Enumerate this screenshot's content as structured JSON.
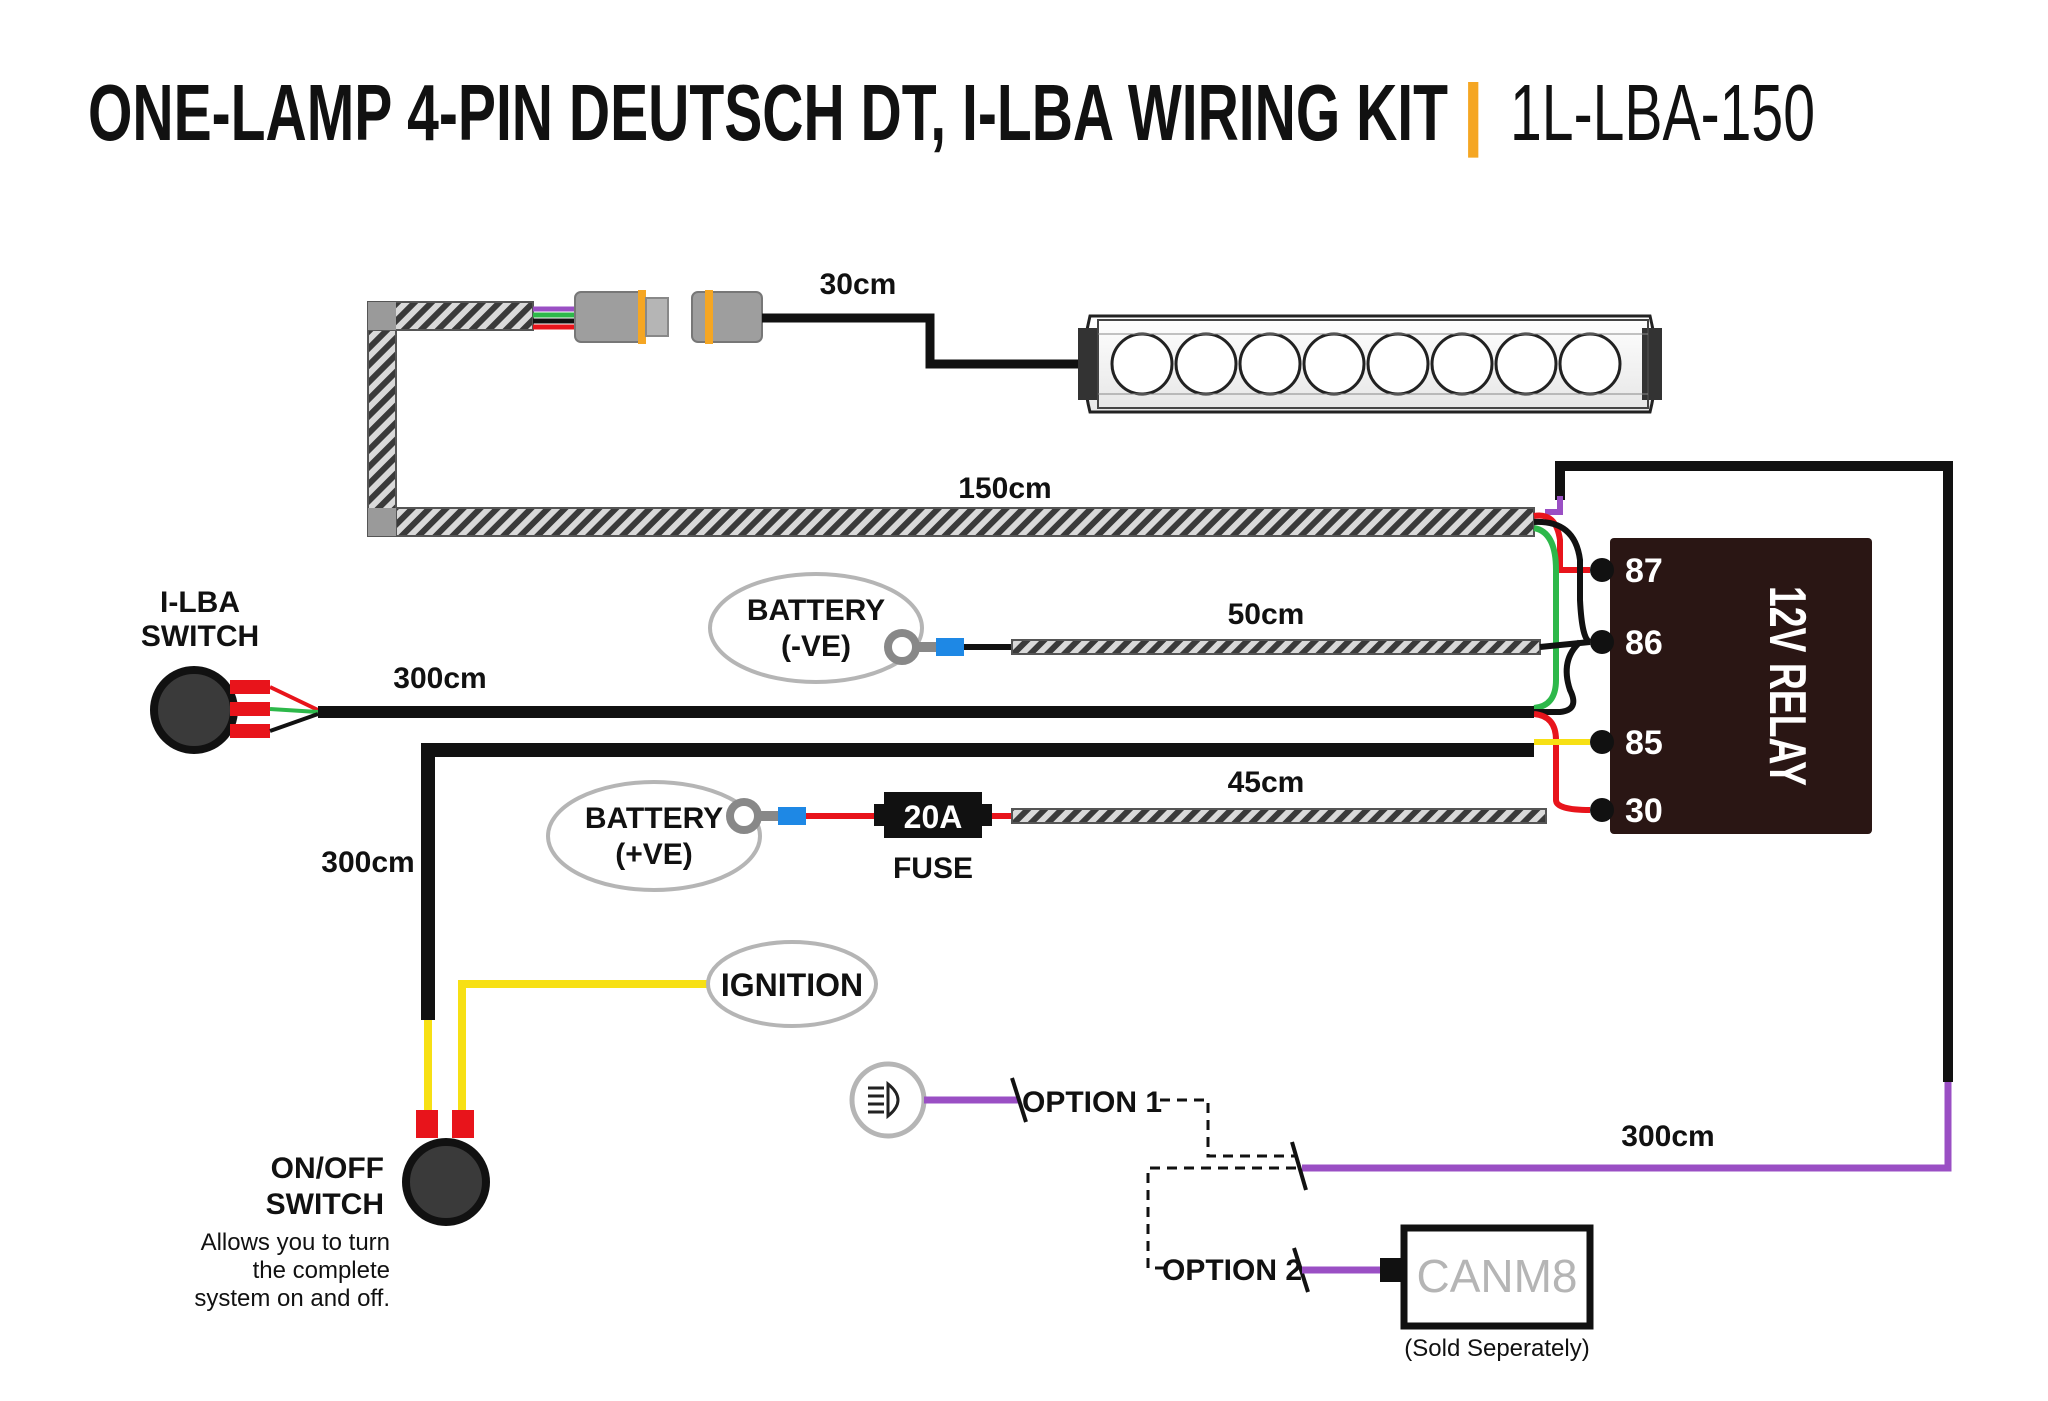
{
  "title": {
    "main": "ONE-LAMP 4-PIN DEUTSCH DT, I-LBA WIRING KIT",
    "separator": "|",
    "part_number": "1L-LBA-150"
  },
  "lengths": {
    "lamp_lead": "30cm",
    "main_loom": "150cm",
    "battery_neg": "50cm",
    "switch_lead": "300cm",
    "battery_pos": "45cm",
    "onoff_lead": "300cm",
    "trigger_lead": "300cm"
  },
  "labels": {
    "ilba_switch_line1": "I-LBA",
    "ilba_switch_line2": "SWITCH",
    "battery_neg_line1": "BATTERY",
    "battery_neg_line2": "(-VE)",
    "battery_pos_line1": "BATTERY",
    "battery_pos_line2": "(+VE)",
    "fuse_rating": "20A",
    "fuse": "FUSE",
    "ignition": "IGNITION",
    "onoff_line1": "ON/OFF",
    "onoff_line2": "SWITCH",
    "onoff_desc_line1": "Allows you to turn",
    "onoff_desc_line2": "the complete",
    "onoff_desc_line3": "system on and off.",
    "option1": "OPTION 1",
    "option2": "OPTION 2",
    "canm8": "CANM8",
    "canm8_note": "(Sold Seperately)"
  },
  "relay": {
    "name": "12V RELAY",
    "pins": [
      "87",
      "86",
      "85",
      "30"
    ]
  },
  "icons": {
    "headlight": "headlight-beam-icon",
    "lamp": "led-light-bar-icon",
    "switch": "round-rocker-switch-icon",
    "connector": "deutsch-dt-connector-icon",
    "ring_terminal": "ring-terminal-icon"
  },
  "colors": {
    "accent": "#f5a623",
    "wire_black": "#111111",
    "wire_red": "#e8141b",
    "wire_green": "#2db84a",
    "wire_yellow": "#f7e014",
    "wire_purple": "#9a4fc4",
    "relay_body": "#2a1614",
    "label_outline": "#b5b5b5"
  }
}
